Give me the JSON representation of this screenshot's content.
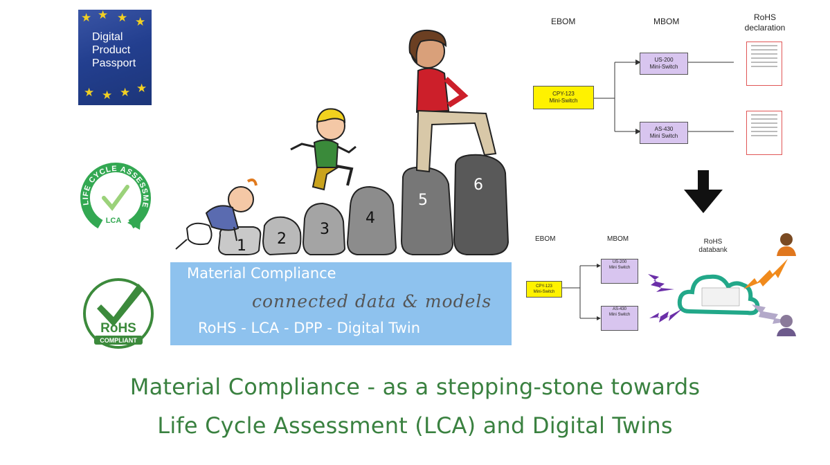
{
  "dpp_badge": {
    "text_lines": [
      "Digital",
      "Product",
      "Passport"
    ]
  },
  "lca_badge": {
    "ring_text": "LIFE CYCLE ASSESSMENT",
    "center_text": "LCA"
  },
  "rohs_badge": {
    "main_text": "RoHS",
    "sub_text": "COMPLIANT"
  },
  "stones": [
    "1",
    "2",
    "3",
    "4",
    "5",
    "6"
  ],
  "material_box": {
    "title": "Material Compliance",
    "subtitle": "connected data & models",
    "tags": "RoHS - LCA - DPP - Digital Twin"
  },
  "top_diagram": {
    "col_ebom": "EBOM",
    "col_mbom": "MBOM",
    "col_rohs_line1": "RoHS",
    "col_rohs_line2": "declaration",
    "ebom_box": [
      "CPY-123",
      "Mini-Switch"
    ],
    "mbom_box_1": [
      "US-200",
      "Mini-Switch"
    ],
    "mbom_box_2": [
      "AS-430",
      "Mini Switch"
    ]
  },
  "bottom_diagram": {
    "col_ebom": "EBOM",
    "col_mbom": "MBOM",
    "col_rohs_line1": "RoHS",
    "col_rohs_line2": "databank",
    "ebom_box": [
      "CPY-123",
      "Mini-Switch"
    ],
    "mbom_box_1": [
      "US-200",
      "Mini Switch"
    ],
    "mbom_box_2": [
      "AS-430",
      "Mini Switch"
    ]
  },
  "heading": {
    "line1": "Material Compliance - as a stepping-stone towards",
    "line2": "Life Cycle Assessment (LCA) and Digital Twins"
  },
  "colors": {
    "heading_green": "#3a8140",
    "box_blue": "#8ec2ee",
    "ebom_yellow": "#fff200",
    "mbom_purple": "#d8c5ef",
    "eu_blue": "#233f8f",
    "eu_star_gold": "#f2d023",
    "lca_green": "#33a852",
    "lightning_purple": "#6b2fa8",
    "lightning_orange": "#f08a1c"
  }
}
